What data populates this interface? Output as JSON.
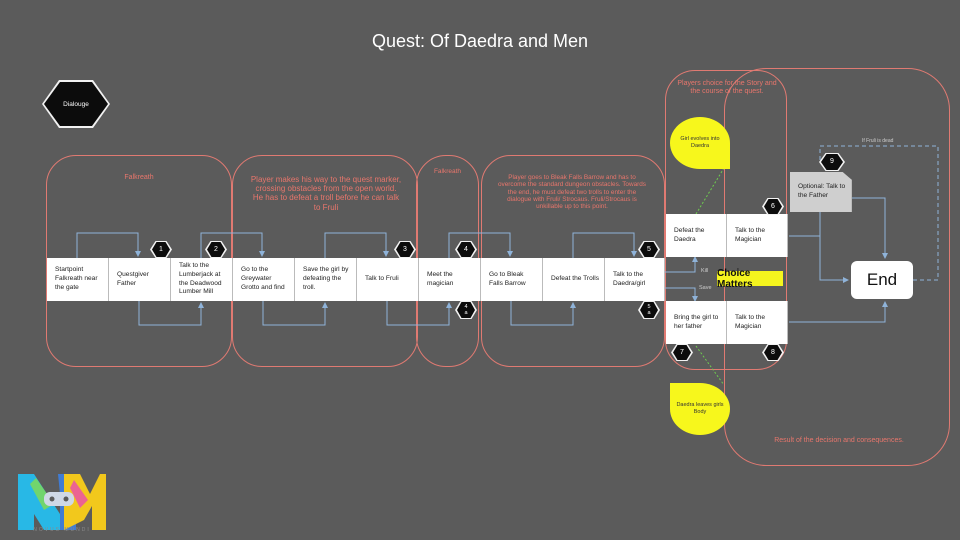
{
  "title": "Quest: Of Daedra and Men",
  "legend": {
    "dialogue": "Dialouge"
  },
  "regions": {
    "falkreath_1": "Falkreath",
    "player_way": "Player makes his way to the quest marker, crossing obstacles from the open world. He has to defeat a troll before he can talk to Fruli",
    "falkreath_2": "Falkreath",
    "bleak_falls": "Player goes to Bleak Falls Barrow and has to overcome the standard dungeon obstacles. Towards the end, he must defeat two trolls to enter the dialogue with Fruli/ Strocaus. Fruli/Strocaus is unkillable up to this point.",
    "player_choice": "Players choice for the Story and the course of the quest.",
    "result": "Result of the decision and consequences."
  },
  "steps": [
    "Startpoint Falkreath near the gate",
    "Questgiver Father",
    "Talk to the Lumberjack at the Deadwood Lumber Mill",
    "Go to the Greywater Grotto and find",
    "Save the girl by defeating the troll.",
    "Talk  to Fruli",
    "Meet the magician",
    "Go to Bleak Falls Barrow",
    "Defeat the Trolls",
    "Talk to the Daedra/girl"
  ],
  "branch_boxes": {
    "defeat_daedra": "Defeat the Daedra",
    "talk_magician_top": "Talk to the Magician",
    "bring_girl": "Bring the girl to her father",
    "talk_magician_bottom": "Talk to the Magician",
    "optional": "Optional: Talk to the Father"
  },
  "badges": {
    "b1": "1",
    "b2": "2",
    "b3": "3",
    "b4": "4",
    "b4a": "4\na",
    "b5": "5",
    "b5a": "5\na",
    "b6": "6",
    "b7": "7",
    "b8": "8",
    "b9": "9"
  },
  "choice_matters": "Choice Matters",
  "kill_label": "Kill",
  "save_label": "Save",
  "if_fruli_dead": "If Fruli is dead",
  "end_label": "End",
  "teardrop_top": "Girl evolves into Daedra",
  "teardrop_bottom": "Daedra leaves girls Body",
  "logo_text": "NOVUS MUNDI",
  "colors": {
    "background": "#5b5b5b",
    "region_outline": "#e07a72",
    "region_text": "#e8766c",
    "arrow": "#8fb3d9",
    "highlight": "#f5f51e",
    "badge": "#0c0c0c"
  }
}
